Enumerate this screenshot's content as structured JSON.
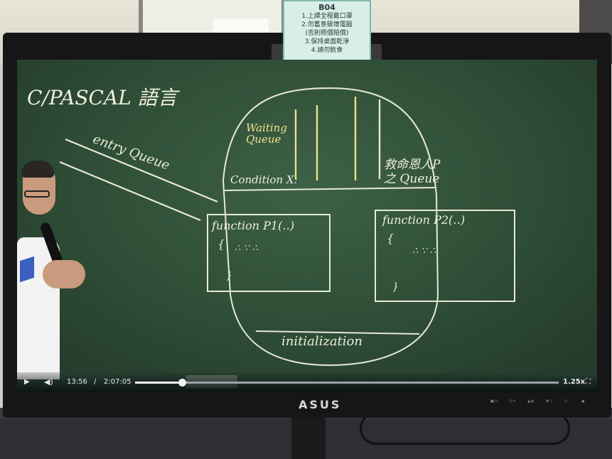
{
  "sign": {
    "title": "B04",
    "lines": [
      "1.上課全程戴口罩",
      "2.勿蓄意破壞電腦",
      "(否則照價賠償)",
      "3.保持桌面乾淨",
      "4.請勿飲食"
    ]
  },
  "board": {
    "title": "C/PASCAL 語言",
    "entry_queue": "entry Queue",
    "waiting_queue_line1": "Waiting",
    "waiting_queue_line2": "Queue",
    "condition": "Condition X:",
    "rescue_line1": "救命恩人P",
    "rescue_line2": "之 Queue",
    "function_p1": "function P1(‥)",
    "function_p1_open": "{",
    "function_p1_dots": "∴ ∵ ∴",
    "function_p1_close": "}",
    "function_p2": "function P2(‥)",
    "function_p2_open": "{",
    "function_p2_dots": "∴ ∵ ∴",
    "function_p2_close": "}",
    "initialization": "initialization"
  },
  "player": {
    "current_time": "13:56",
    "separator": "/",
    "duration": "2:07:05",
    "progress": 0.11,
    "speed": "1.25x",
    "play_icon": "play-icon",
    "volume_icon": "volume-icon",
    "fullscreen_icon": "fullscreen-icon"
  },
  "monitor": {
    "brand": "ASUS",
    "buttons": [
      "■/⊙",
      "⊡/✦",
      "▲/◐",
      "▼/♫",
      "⏻",
      "●"
    ]
  }
}
